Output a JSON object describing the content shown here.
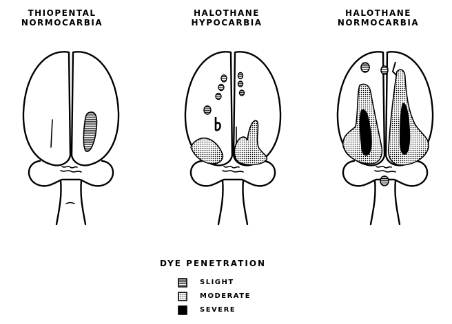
{
  "panels": [
    {
      "title_line1": "THIOPENTAL",
      "title_line2": "NORMOCARBIA"
    },
    {
      "title_line1": "HALOTHANE",
      "title_line2": "HYPOCARBIA"
    },
    {
      "title_line1": "HALOTHANE",
      "title_line2": "NORMOCARBIA"
    }
  ],
  "legend": {
    "title": "DYE PENETRATION",
    "items": [
      {
        "label": "SLIGHT",
        "pattern": "horizontal-lines"
      },
      {
        "label": "MODERATE",
        "pattern": "dots"
      },
      {
        "label": "SEVERE",
        "pattern": "solid"
      }
    ]
  }
}
